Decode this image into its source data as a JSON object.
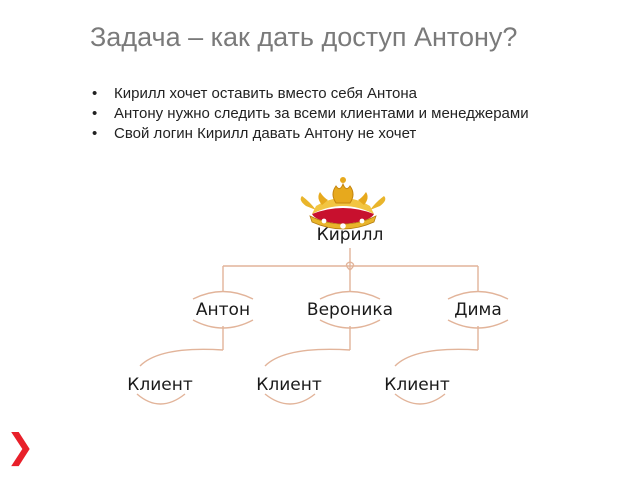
{
  "slide": {
    "title": "Задача – как дать доступ Антону?",
    "bullets": [
      "Кирилл хочет оставить вместо себя Антона",
      "Антону нужно следить за всеми клиентами и менеджерами",
      "Свой логин Кирилл давать Антону не хочет"
    ],
    "bullet_symbol": "•"
  },
  "org_chart": {
    "root": {
      "label": "Кирилл",
      "icon": "crown-icon"
    },
    "managers": [
      {
        "label": "Антон"
      },
      {
        "label": "Вероника"
      },
      {
        "label": "Дима"
      }
    ],
    "clients": [
      {
        "label": "Клиент",
        "manager": "Антон"
      },
      {
        "label": "Клиент",
        "manager": "Вероника"
      },
      {
        "label": "Клиент",
        "manager": "Дима"
      }
    ],
    "connector_color": "#e2b49a"
  },
  "brand": {
    "chevron": "❯",
    "color": "#e8202a"
  }
}
